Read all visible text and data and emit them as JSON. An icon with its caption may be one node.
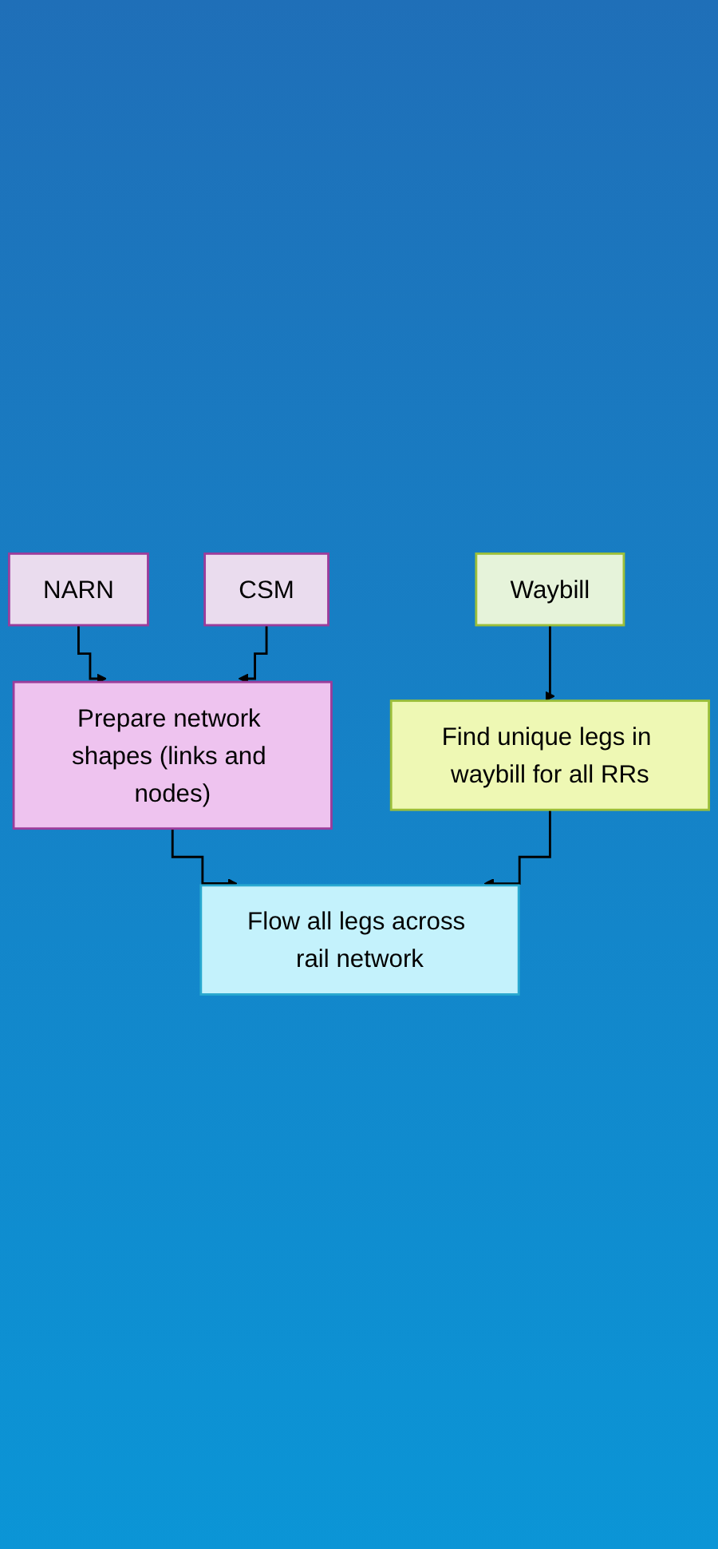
{
  "diagram": {
    "nodes": [
      {
        "text": [
          "NARN"
        ]
      },
      {
        "text": [
          "CSM"
        ]
      },
      {
        "text": [
          "Prepare network shapes (links and nodes)"
        ]
      },
      {
        "text": [
          "Flow all legs across rail network"
        ]
      },
      {
        "text": [
          "Find unique legs in waybill for all RRs"
        ]
      },
      {
        "text": [
          "Waybill"
        ]
      }
    ],
    "edges": [
      {
        "from": 0,
        "to": 2,
        "arrow": "to"
      },
      {
        "from": 1,
        "to": 2,
        "arrow": "to"
      },
      {
        "from": 2,
        "to": 3,
        "arrow": "to"
      },
      {
        "from": 4,
        "to": 3,
        "arrow": "to"
      },
      {
        "from": 5,
        "to": 4,
        "arrow": "to"
      }
    ]
  }
}
